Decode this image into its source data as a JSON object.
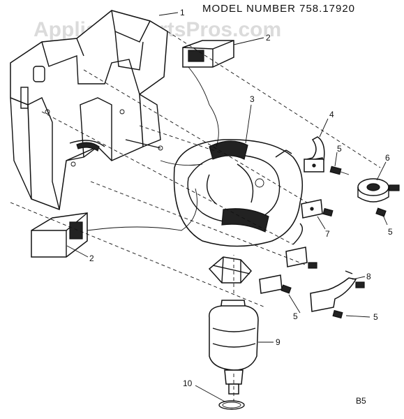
{
  "watermark": "AppliancePartsPros.com",
  "title": "MODEL NUMBER 758.17920",
  "page_code": "B5",
  "callouts": [
    {
      "id": "callout-1",
      "text": "1"
    },
    {
      "id": "callout-2-top",
      "text": "2"
    },
    {
      "id": "callout-2-left",
      "text": "2"
    },
    {
      "id": "callout-3",
      "text": "3"
    },
    {
      "id": "callout-4",
      "text": "4"
    },
    {
      "id": "callout-5-a",
      "text": "5"
    },
    {
      "id": "callout-6",
      "text": "6"
    },
    {
      "id": "callout-5-b",
      "text": "5"
    },
    {
      "id": "callout-7",
      "text": "7"
    },
    {
      "id": "callout-8",
      "text": "8"
    },
    {
      "id": "callout-5-c",
      "text": "5"
    },
    {
      "id": "callout-5-d",
      "text": "5"
    },
    {
      "id": "callout-9",
      "text": "9"
    },
    {
      "id": "callout-10",
      "text": "10"
    }
  ]
}
